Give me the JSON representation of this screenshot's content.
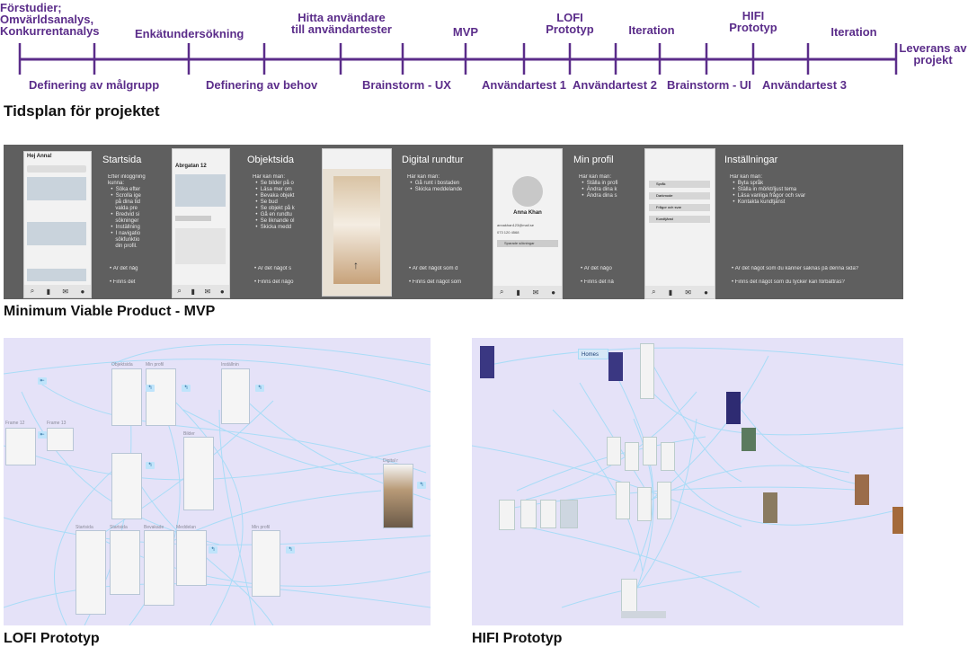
{
  "timeline": {
    "line_color": "#5b2d8a",
    "milestones_above": [
      {
        "label": "Förstudier;\nOmvärldsanalys,\nKonkurrentanalys"
      },
      {
        "label": "Enkätundersökning"
      },
      {
        "label": "Hitta användare\ntill användartester"
      },
      {
        "label": "MVP"
      },
      {
        "label": "LOFI\nPrototyp"
      },
      {
        "label": "Iteration"
      },
      {
        "label": "HIFI\nPrototyp"
      },
      {
        "label": "Iteration"
      },
      {
        "label": "Leverans av\nprojekt"
      }
    ],
    "milestones_below": [
      {
        "label": "Definering av målgrupp"
      },
      {
        "label": "Definering av behov"
      },
      {
        "label": "Brainstorm - UX"
      },
      {
        "label": "Användartest 1"
      },
      {
        "label": "Användartest 2"
      },
      {
        "label": "Brainstorm - UI"
      },
      {
        "label": "Användartest 3"
      }
    ],
    "heading": "Tidsplan för projektet"
  },
  "mvp": {
    "heading": "Minimum Viable Product - MVP",
    "band_color": "#5f5f5f",
    "screens": [
      {
        "phone_header": "Hej Anna!",
        "title": "Startsida",
        "description": "Efter inloggning\nkunna:\n  •  Söka efter\n  •  Scrolla ige\n     på dina tid\n     valda pre\n  •  Bredvid si\n     sökninger\n  •  Inställning\n  •  I navigatio\n     sökfunktio\n     din profil.",
        "q1": "•  Är det någ",
        "q2": "•  Finns det"
      },
      {
        "phone_header": "Abrgatan 12",
        "title": "Objektsida",
        "description": "Här kan man:\n  •  Se bilder på o\n  •  Läsa mer om\n  •  Bevaka objekt\n  •  Se bud\n  •  Se objekt på k\n  •  Gå en rundtu\n  •  Se liknande ol\n  •  Skicka medd",
        "q1": "•  Är det något s",
        "q2": "•  Finns det någo"
      },
      {
        "phone_header": "",
        "title": "Digital rundtur",
        "description": "Här kan man:\n  •  Gå runt i bostaden\n  •  Skicka meddelande",
        "q1": "•  Är det något som d",
        "q2": "•  Finns det något som"
      },
      {
        "phone_header": "Anna Khan",
        "title": "Min profil",
        "description": "Här kan man:\n  •  Ställa in profi\n  •  Ändra dina k\n  •  Ändra dina s",
        "q1": "•  Är det någo",
        "q2": "•  Finns det nå"
      },
      {
        "phone_header": "",
        "title": "Inställningar",
        "description": "Här kan man:\n  •  Byta språk\n  •  Ställa in mörkt/ljust tema\n  •  Läsa vanliga frågor och svar\n  •  Kontakta kundtjänst",
        "q1": "•  Är det något som du känner saknas på denna sida?",
        "q2": "•  Finns det något som du tycker kan förbättras?"
      }
    ],
    "settings_items": [
      "Språk",
      "Darkmode",
      "Frågor och svar",
      "Kundtjänst"
    ],
    "profile_email": "annakhan123@mail.se",
    "profile_phone": "073 120 4568",
    "profile_button": "Sparade sökningar"
  },
  "lofi": {
    "heading": "LOFI Prototyp",
    "bg_color": "#e5e2f8",
    "frame_labels": [
      "Objektsida",
      "Min profil",
      "Inställnin",
      "Frame 12",
      "Frame 13",
      "Bilder",
      "Startsida",
      "Startsida",
      "Bevakade",
      "Meddelan",
      "Min profil",
      "Digital r"
    ]
  },
  "hifi": {
    "heading": "HIFI Prototyp",
    "bg_color": "#e5e2f8",
    "home_label": "Homes"
  }
}
